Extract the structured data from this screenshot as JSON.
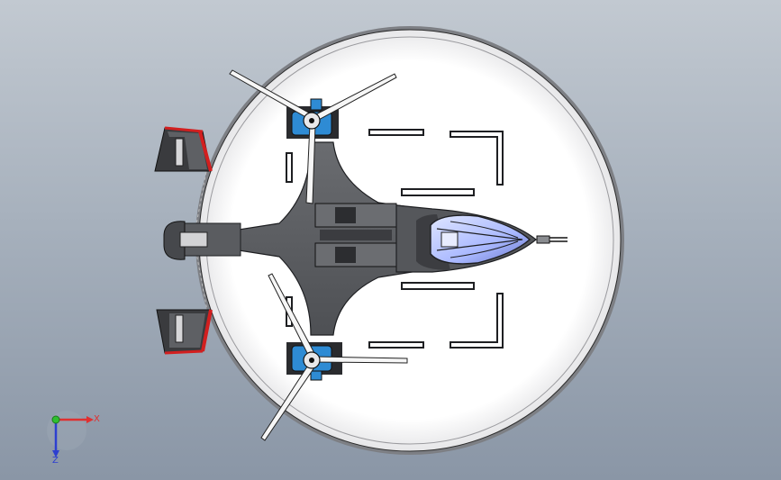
{
  "viewport": {
    "name": "cad-3d-viewport",
    "view": "top"
  },
  "model": {
    "type": "disc-aircraft-with-tilt-rotors",
    "colors": {
      "body": "#5d5f63",
      "disc_fill": "#ffffff",
      "disc_rim": "#7d7f84",
      "nacelle": "#2e8bd4",
      "duct_red": "#d21f1f",
      "canopy": "#b9c6ff",
      "outline": "#1e1f22"
    }
  },
  "triad": {
    "x_label": "X",
    "z_label": "Z",
    "x_color": "#e03030",
    "y_color": "#2fbf2f",
    "z_color": "#2d3fd0"
  }
}
